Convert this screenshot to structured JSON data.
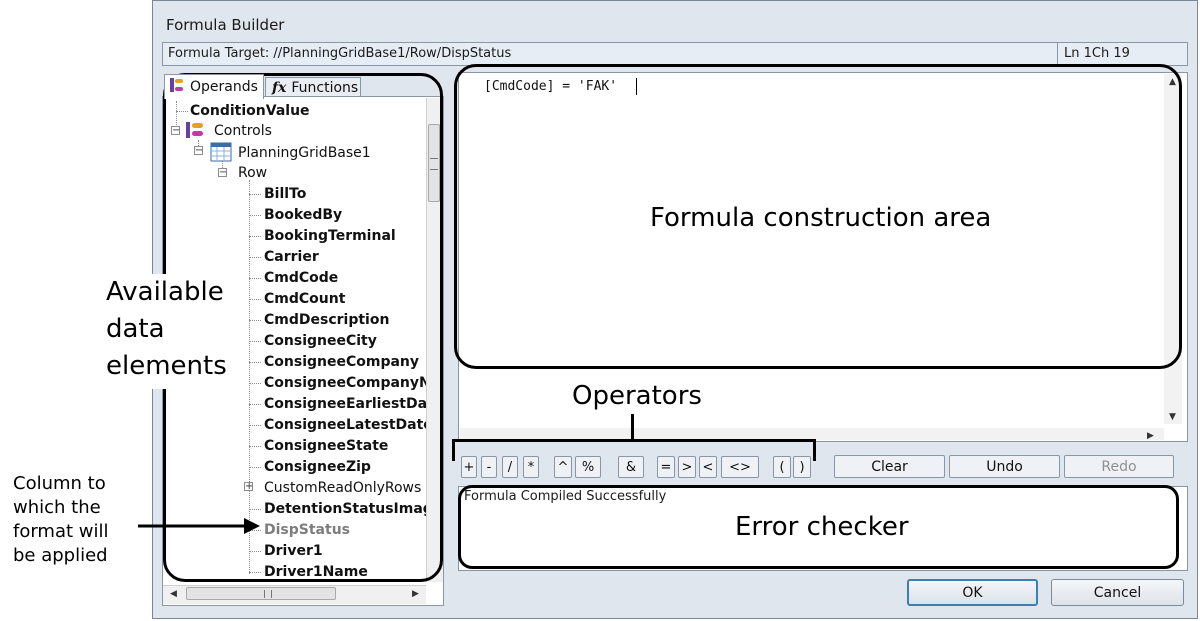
{
  "window": {
    "title": "Formula Builder",
    "target_text": "Formula Target: //PlanningGridBase1/Row/DispStatus",
    "position_text": "Ln 1Ch 19"
  },
  "tabs": {
    "operands": "Operands",
    "functions": "Functions"
  },
  "tree": {
    "condition_value": "ConditionValue",
    "controls": "Controls",
    "grid": "PlanningGridBase1",
    "row": "Row",
    "fields": [
      "BillTo",
      "BookedBy",
      "BookingTerminal",
      "Carrier",
      "CmdCode",
      "CmdCount",
      "CmdDescription",
      "ConsigneeCity",
      "ConsigneeCompany",
      "ConsigneeCompanyN",
      "ConsigneeEarliestDat",
      "ConsigneeLatestDate",
      "ConsigneeState",
      "ConsigneeZip",
      "CustomReadOnlyRows",
      "DetentionStatusImag",
      "DispStatus",
      "Driver1",
      "Driver1Name"
    ]
  },
  "editor": {
    "formula": "[CmdCode] = 'FAK'"
  },
  "operators": [
    "+",
    "-",
    "/",
    "*",
    "^",
    "%",
    "&",
    "=",
    ">",
    "<",
    "<>",
    "(",
    ")"
  ],
  "buttons": {
    "clear": "Clear",
    "undo": "Undo",
    "redo": "Redo",
    "ok": "OK",
    "cancel": "Cancel"
  },
  "status": {
    "message": "Formula Compiled Successfully"
  },
  "annotations": {
    "construction": "Formula construction area",
    "operators": "Operators",
    "available": [
      "Available",
      "data",
      "elements"
    ],
    "column": [
      "Column to",
      "which the",
      "format will",
      "be applied"
    ],
    "error_checker": "Error checker"
  }
}
